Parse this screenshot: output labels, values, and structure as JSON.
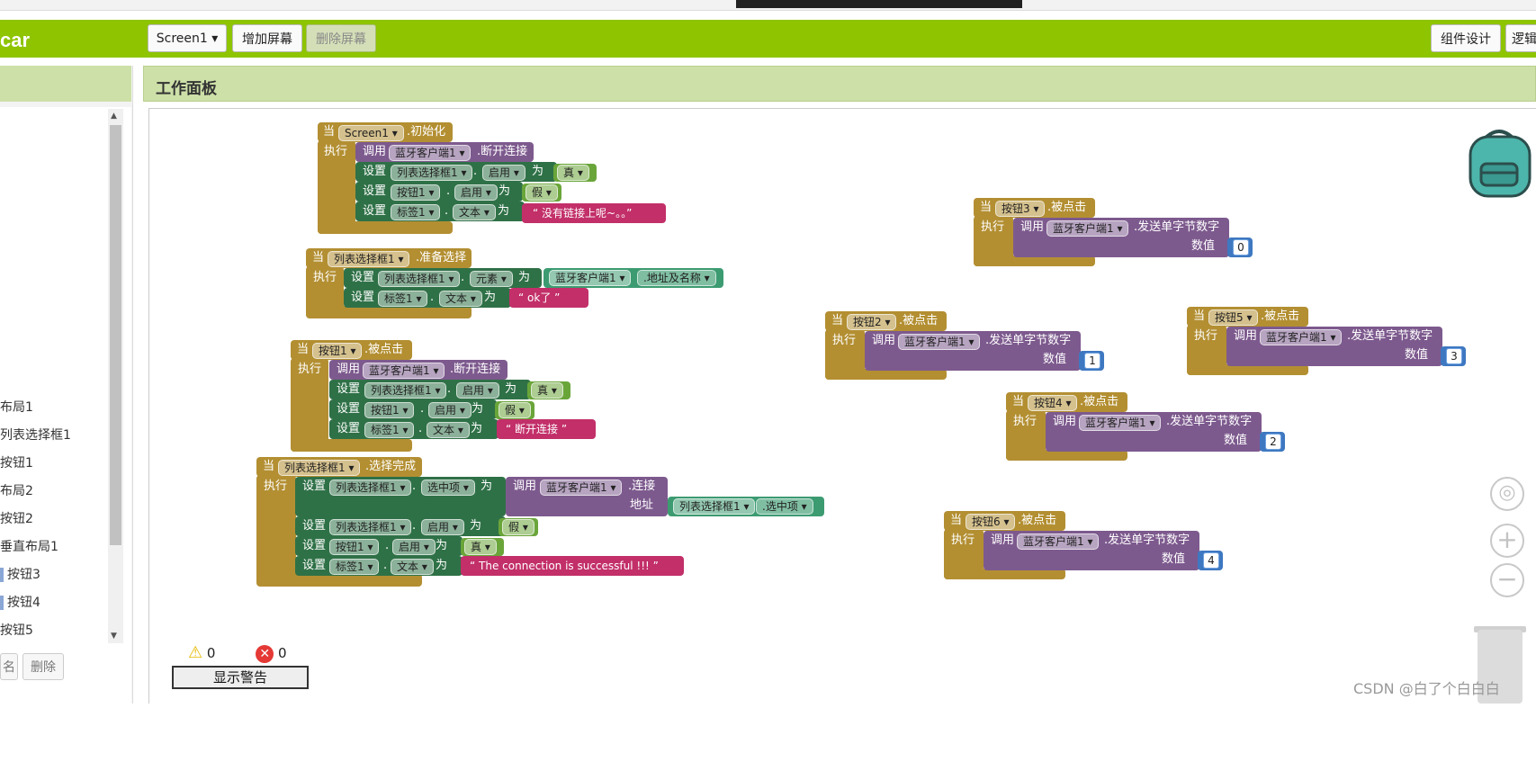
{
  "app": {
    "name": "car"
  },
  "toolbar": {
    "screen_select": "Screen1 ▾",
    "add_screen": "增加屏幕",
    "remove_screen": "删除屏幕",
    "designer": "组件设计",
    "blocks": "逻辑"
  },
  "left": {
    "tree": [
      "布局1",
      "列表选择框1",
      "按钮1",
      "布局2",
      "按钮2",
      "垂直布局1",
      "按钮3",
      "按钮4",
      "按钮5"
    ],
    "rename": "名",
    "delete": "删除"
  },
  "workspace": {
    "title": "工作面板",
    "warnings": "0",
    "errors": "0",
    "show_warnings": "显示警告"
  },
  "blocks": {
    "when": "当",
    "do": "执行",
    "call": "调用",
    "set": "设置",
    "to": "为",
    "dot": ".",
    "true": "真 ▾",
    "false": "假 ▾",
    "screen1": "Screen1 ▾",
    "initialize": ".初始化",
    "bt_client": "蓝牙客户端1 ▾",
    "disconnect": ".断开连接",
    "listpicker": "列表选择框1 ▾",
    "enabled": "启用 ▾",
    "button1": "按钮1 ▾",
    "label1": "标签1 ▾",
    "text": "文本 ▾",
    "msg_no_conn": "“ 没有链接上呢~。。”",
    "before_picking": ".准备选择",
    "elements": "元素 ▾",
    "addr_names": ".地址及名称 ▾",
    "ok_msg": "“ ok了 ”",
    "click": ".被点击",
    "disconnected": "“ 断开连接 ”",
    "after_picking": ".选择完成",
    "selection": "选中项 ▾",
    "connect": ".连接",
    "address": "地址",
    "selection2": ".选中项 ▾",
    "success": "“ The connection is successful !!! ”",
    "send_byte": ".发送单字节数字",
    "number": "数值",
    "btn2": "按钮2 ▾",
    "btn3": "按钮3 ▾",
    "btn4": "按钮4 ▾",
    "btn5": "按钮5 ▾",
    "btn6": "按钮6 ▾",
    "n0": "0",
    "n1": "1",
    "n2": "2",
    "n3": "3",
    "n4": "4"
  },
  "watermark": "CSDN @白了个白白白"
}
